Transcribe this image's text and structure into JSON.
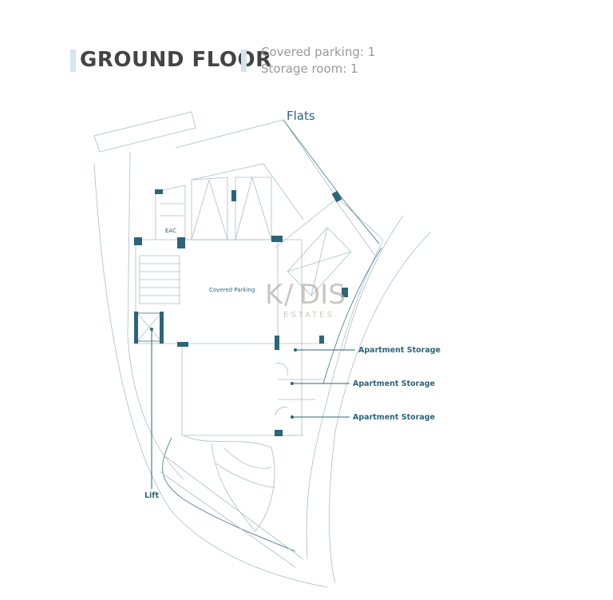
{
  "header": {
    "title": "GROUND FLOOR",
    "details": [
      "Covered parking: 1",
      "Storage room: 1"
    ]
  },
  "plan": {
    "flats_label": "Flats",
    "covered_parking_label": "Covered Parking",
    "eac_label": "EAC",
    "storage_labels": [
      "Apartment Storage",
      "Apartment Storage",
      "Apartment Storage"
    ],
    "lift_label": "Lift",
    "watermark": "KADIS ESTATES"
  },
  "colors": {
    "accent": "#2c6577",
    "title": "#444444",
    "subtitle": "#999999",
    "bar": "#d3e6e9"
  }
}
